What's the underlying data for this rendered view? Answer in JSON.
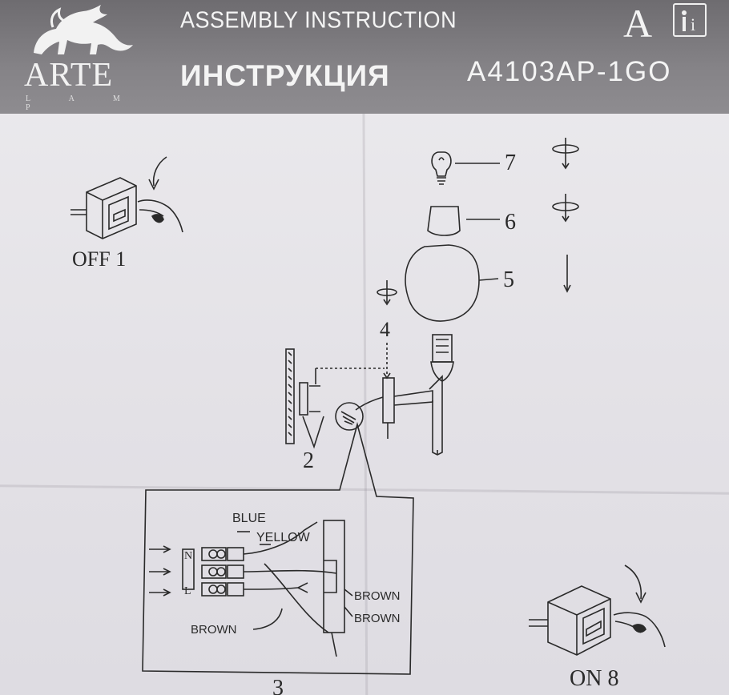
{
  "header": {
    "brand": "ARTE",
    "brand_sub": "L A M P",
    "title_en": "ASSEMBLY INSTRUCTION",
    "title_ru": "ИНСТРУКЦИЯ",
    "model": "A4103AP-1GO",
    "class_letter": "A",
    "info_icon": "info-icon"
  },
  "steps": {
    "off": "OFF 1",
    "on": "ON 8",
    "step2": "2",
    "step3": "3",
    "step4": "4",
    "step5": "5",
    "step6": "6",
    "step7": "7"
  },
  "wiring": {
    "blue": "BLUE",
    "yellow": "YELLOW",
    "brown_right_1": "BROWN",
    "brown_right_2": "BROWN",
    "brown_left": "BROWN",
    "terminal_n": "N",
    "terminal_l": "L"
  },
  "colors": {
    "header_bg": "#7a787c",
    "paper": "#e6e4e9",
    "ink": "#2a2a2a"
  }
}
